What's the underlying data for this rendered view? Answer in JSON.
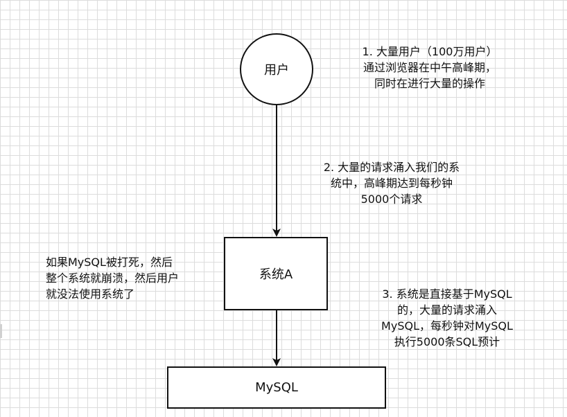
{
  "nodes": {
    "user": "用户",
    "system_a": "系统A",
    "mysql": "MySQL"
  },
  "notes": {
    "step1": "1. 大量用户（100万用户）\n通过浏览器在中午高峰期，\n同时在进行大量的操作",
    "step2": "2. 大量的请求涌入我们的系\n统中，高峰期达到每秒钟\n5000个请求",
    "step3": "3. 系统是直接基于MySQL\n的，大量的请求涌入\nMySQL，每秒钟对MySQL\n执行5000条SQL预计",
    "crash": "如果MySQL被打死，然后\n整个系统就崩溃，然后用户\n就没法使用系统了"
  },
  "colors": {
    "stroke": "#111111",
    "grid": "#dcdcdc",
    "fill": "#ffffff"
  }
}
